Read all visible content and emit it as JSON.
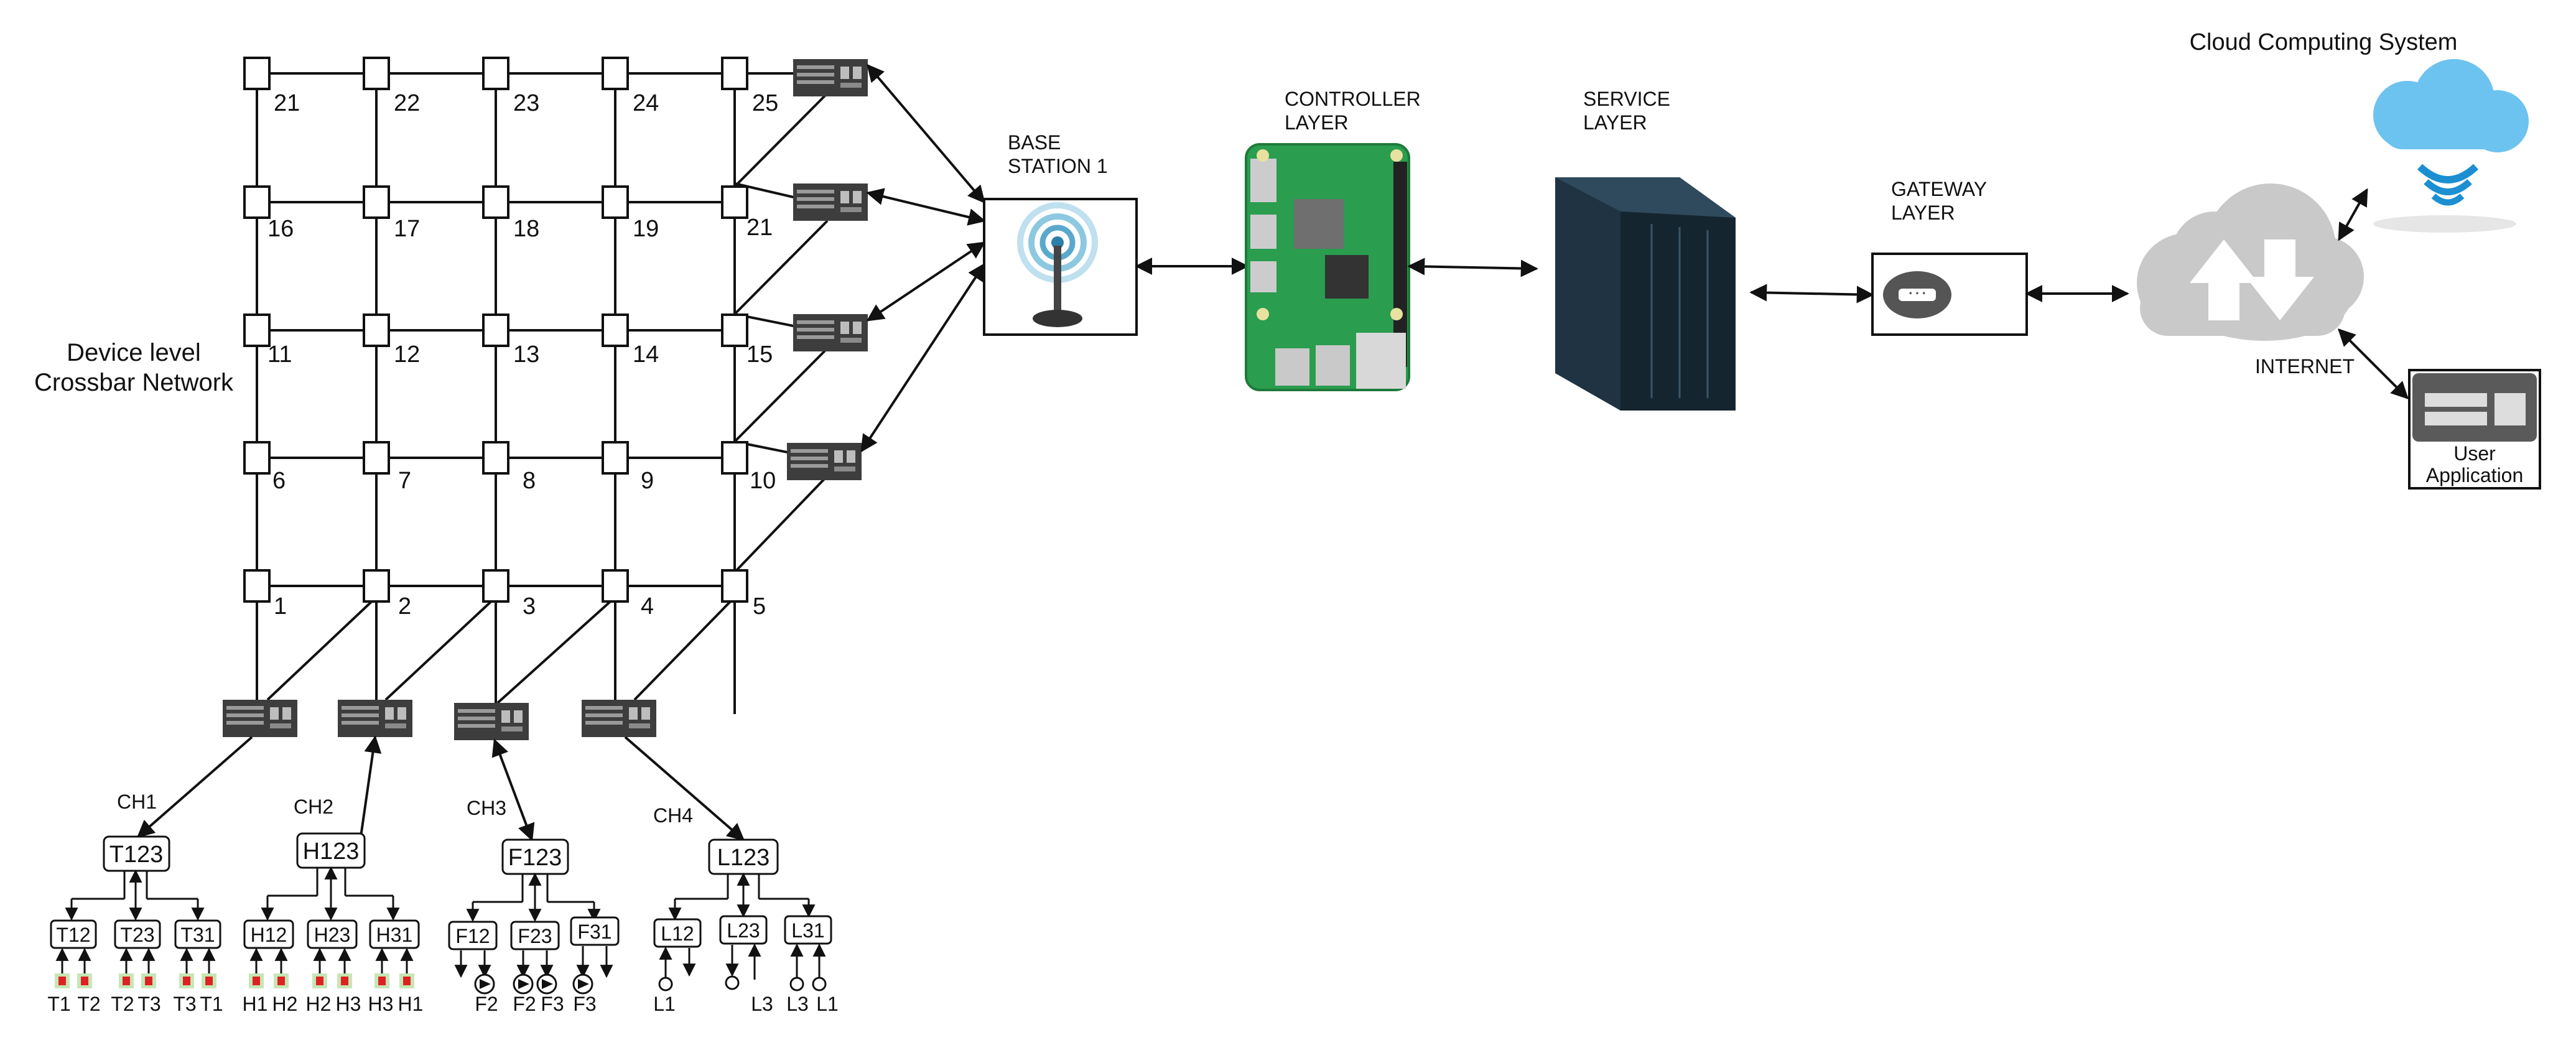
{
  "diagram": {
    "device_level_label_line1": "Device level",
    "device_level_label_line2": "Crossbar Network",
    "grid": {
      "row1": [
        "1",
        "2",
        "3",
        "4",
        "5"
      ],
      "row2": [
        "6",
        "7",
        "8",
        "9",
        "10"
      ],
      "row3": [
        "11",
        "12",
        "13",
        "14",
        "15"
      ],
      "row4": [
        "16",
        "17",
        "18",
        "19",
        "21"
      ],
      "row5": [
        "21",
        "22",
        "23",
        "24",
        "25"
      ]
    },
    "base_station_label_line1": "BASE",
    "base_station_label_line2": "STATION 1",
    "controller_label_line1": "CONTROLLER",
    "controller_label_line2": "LAYER",
    "service_label_line1": "SERVICE",
    "service_label_line2": "LAYER",
    "gateway_label_line1": "GATEWAY",
    "gateway_label_line2": "LAYER",
    "gateway_icon_text": "···",
    "cloud_system_label": "Cloud Computing System",
    "internet_label": "INTERNET",
    "user_app_label_line1": "User",
    "user_app_label_line2": "Application",
    "channels": [
      {
        "label": "CH1",
        "group": "T123",
        "subgroups": [
          "T12",
          "T23",
          "T31"
        ],
        "sensors": [
          "T1",
          "T2",
          "T2",
          "T3",
          "T3",
          "T1"
        ]
      },
      {
        "label": "CH2",
        "group": "H123",
        "subgroups": [
          "H12",
          "H23",
          "H31"
        ],
        "sensors": [
          "H1",
          "H2",
          "H2",
          "H3",
          "H3",
          "H1"
        ]
      },
      {
        "label": "CH3",
        "group": "F123",
        "subgroups": [
          "F12",
          "F23",
          "F31"
        ],
        "sensors": [
          "F2",
          "F2",
          "F3",
          "F3"
        ]
      },
      {
        "label": "CH4",
        "group": "L123",
        "subgroups": [
          "L12",
          "L23",
          "L31"
        ],
        "sensors": [
          "L1",
          "L3",
          "L3",
          "L1"
        ]
      }
    ]
  }
}
